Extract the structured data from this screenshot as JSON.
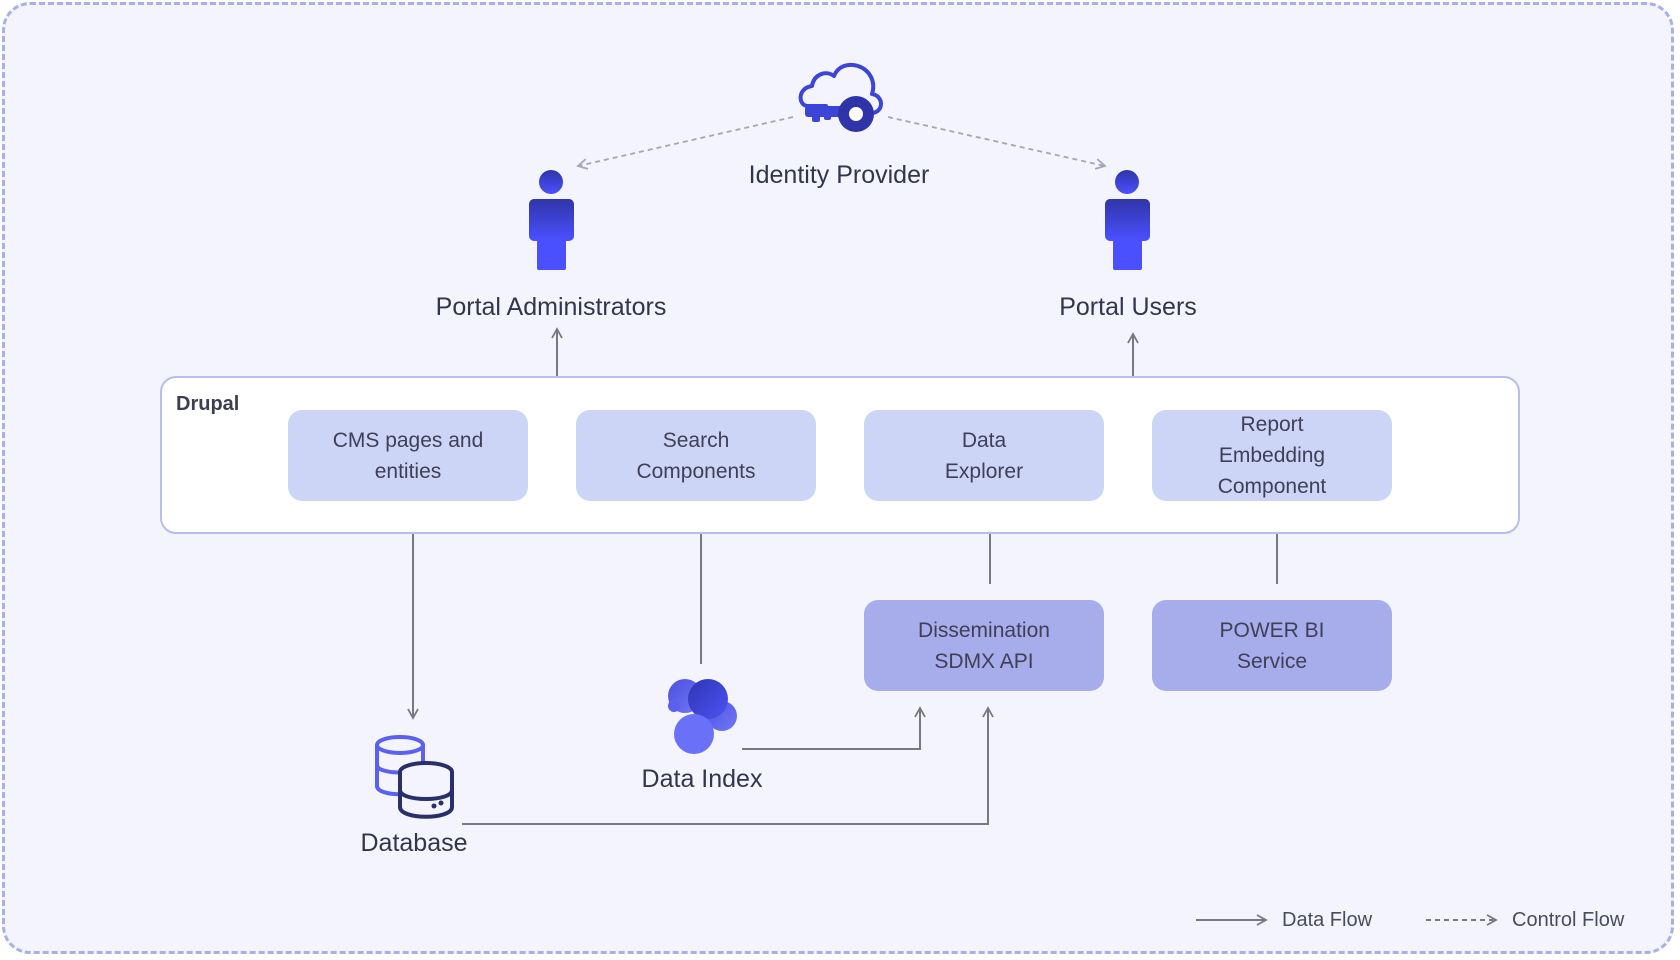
{
  "nodes": {
    "identity_provider": "Identity Provider",
    "portal_admins": "Portal Administrators",
    "portal_users": "Portal Users",
    "drupal": "Drupal",
    "cms": "CMS pages and\nentities",
    "search": "Search\nComponents",
    "explorer": "Data\nExplorer",
    "report": "Report\nEmbedding\nComponent",
    "sdmx": "Dissemination\nSDMX API",
    "powerbi": "POWER BI\nService",
    "data_index": "Data Index",
    "database": "Database"
  },
  "legend": {
    "data_flow": "Data Flow",
    "control_flow": "Control Flow"
  },
  "icons": {
    "identity": "cloud-key-icon",
    "admin": "person-icon",
    "user": "person-icon",
    "index": "bubble-cluster-icon",
    "database": "database-stack-icon"
  },
  "colors": {
    "background": "#f3f4fe",
    "box_light": "#ccd5f6",
    "box_dark": "#a7acea",
    "accent": "#3d44d8",
    "line": "#777884"
  }
}
